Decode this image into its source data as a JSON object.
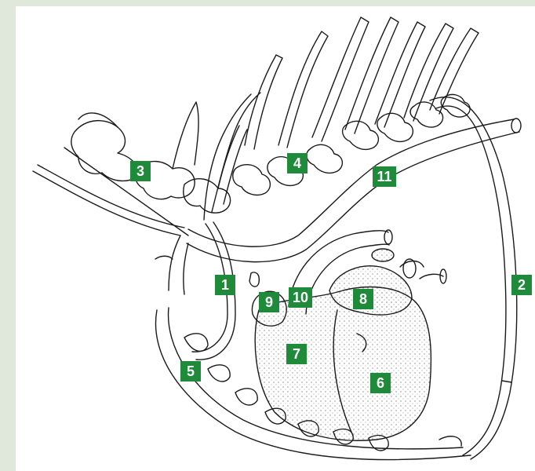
{
  "colors": {
    "page_bg": "#dfe8da",
    "panel_bg": "#ffffff",
    "label_bg": "#1f8a3a",
    "label_text": "#ffffff",
    "ink": "#1a1a1a"
  },
  "labels": [
    "1",
    "2",
    "3",
    "4",
    "5",
    "6",
    "7",
    "8",
    "9",
    "10",
    "11"
  ]
}
